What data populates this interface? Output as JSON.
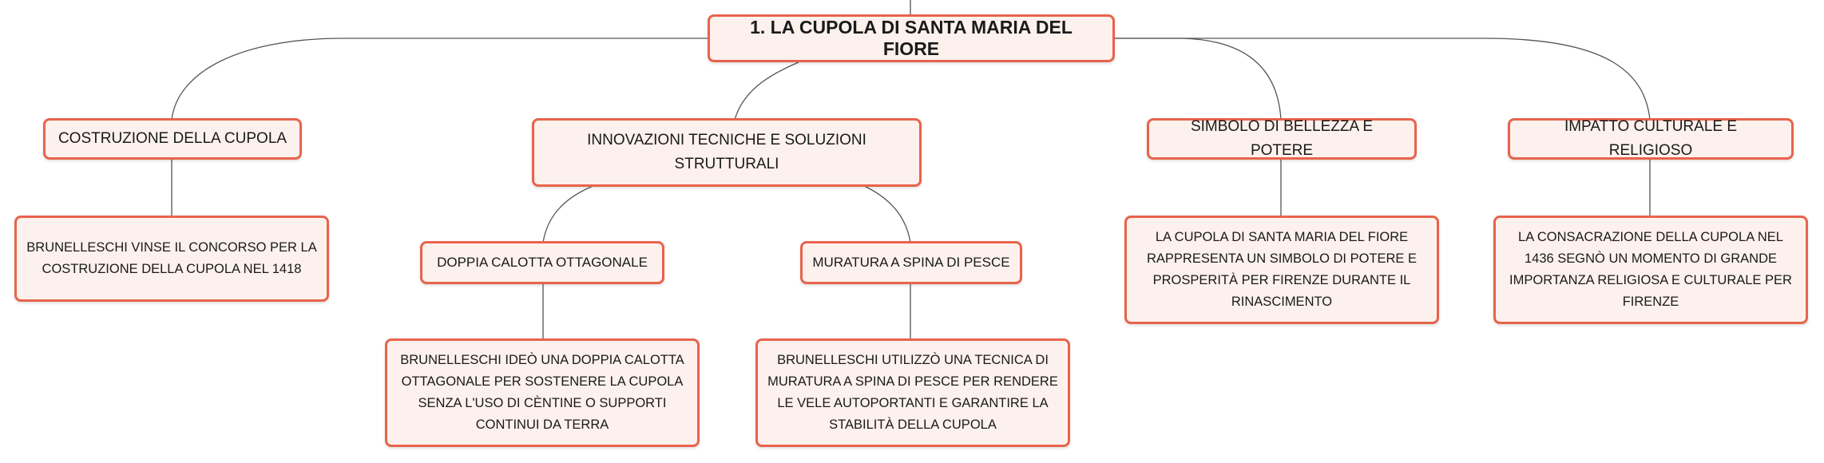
{
  "mindmap": {
    "root": "1. LA CUPOLA DI SANTA MARIA DEL FIORE",
    "branches": [
      {
        "label": "COSTRUZIONE DELLA CUPOLA",
        "detail": "BRUNELLESCHI VINSE IL CONCORSO PER LA COSTRUZIONE DELLA CUPOLA NEL 1418"
      },
      {
        "label": "INNOVAZIONI TECNICHE E SOLUZIONI STRUTTURALI",
        "children": [
          {
            "label": "DOPPIA CALOTTA OTTAGONALE",
            "detail": "BRUNELLESCHI IDEÒ UNA DOPPIA CALOTTA OTTAGONALE PER SOSTENERE LA CUPOLA SENZA L'USO DI CÈNTINE O SUPPORTI CONTINUI DA TERRA"
          },
          {
            "label": "MURATURA A SPINA DI PESCE",
            "detail": "BRUNELLESCHI UTILIZZÒ UNA TECNICA DI MURATURA A SPINA DI PESCE PER RENDERE LE VELE AUTOPORTANTI E GARANTIRE LA STABILITÀ DELLA CUPOLA"
          }
        ]
      },
      {
        "label": "SIMBOLO DI BELLEZZA E POTERE",
        "detail": "LA CUPOLA DI SANTA MARIA DEL FIORE RAPPRESENTA UN SIMBOLO DI POTERE E PROSPERITÀ PER FIRENZE DURANTE IL RINASCIMENTO"
      },
      {
        "label": "IMPATTO CULTURALE E RELIGIOSO",
        "detail": "LA CONSACRAZIONE DELLA CUPOLA NEL 1436 SEGNÒ UN MOMENTO DI GRANDE IMPORTANZA RELIGIOSA E CULTURALE PER FIRENZE"
      }
    ]
  },
  "colors": {
    "node_border": "#e8634c",
    "node_fill": "#fdf1ed",
    "connector": "#555555"
  }
}
